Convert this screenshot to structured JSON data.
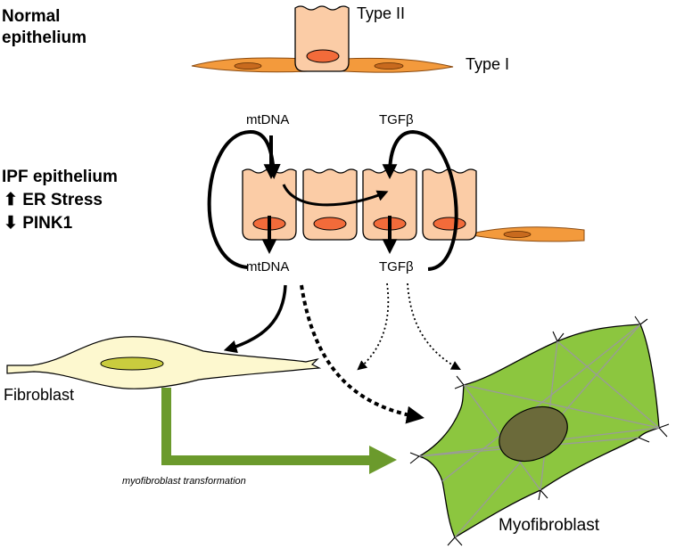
{
  "labels": {
    "normal_epithelium": [
      "Normal",
      "epithelium"
    ],
    "type_ii": "Type II",
    "type_i": "Type I",
    "mtdna_top": "mtDNA",
    "tgfb_top": "TGFβ",
    "ipf_epithelium": "IPF epithelium",
    "er_stress": "ER Stress",
    "pink1": "PINK1",
    "mtdna_bottom": "mtDNA",
    "tgfb_bottom": "TGFβ",
    "fibroblast": "Fibroblast",
    "transformation": "myofibroblast transformation",
    "myofibroblast": "Myofibroblast"
  },
  "indicators": {
    "er_stress": "up-arrow-icon",
    "pink1": "down-arrow-icon"
  },
  "colors": {
    "epithelial_cell": "#fbcca6",
    "nucleus": "#f26b3a",
    "type_i_cell": "#f39a3c",
    "fibroblast": "#fdf8cf",
    "fibroblast_nucleus": "#c9cc3e",
    "myofibroblast": "#8cc63f",
    "myofibroblast_nucleus": "#6b6a3a",
    "transformation_arrow": "#6b9a2c"
  }
}
